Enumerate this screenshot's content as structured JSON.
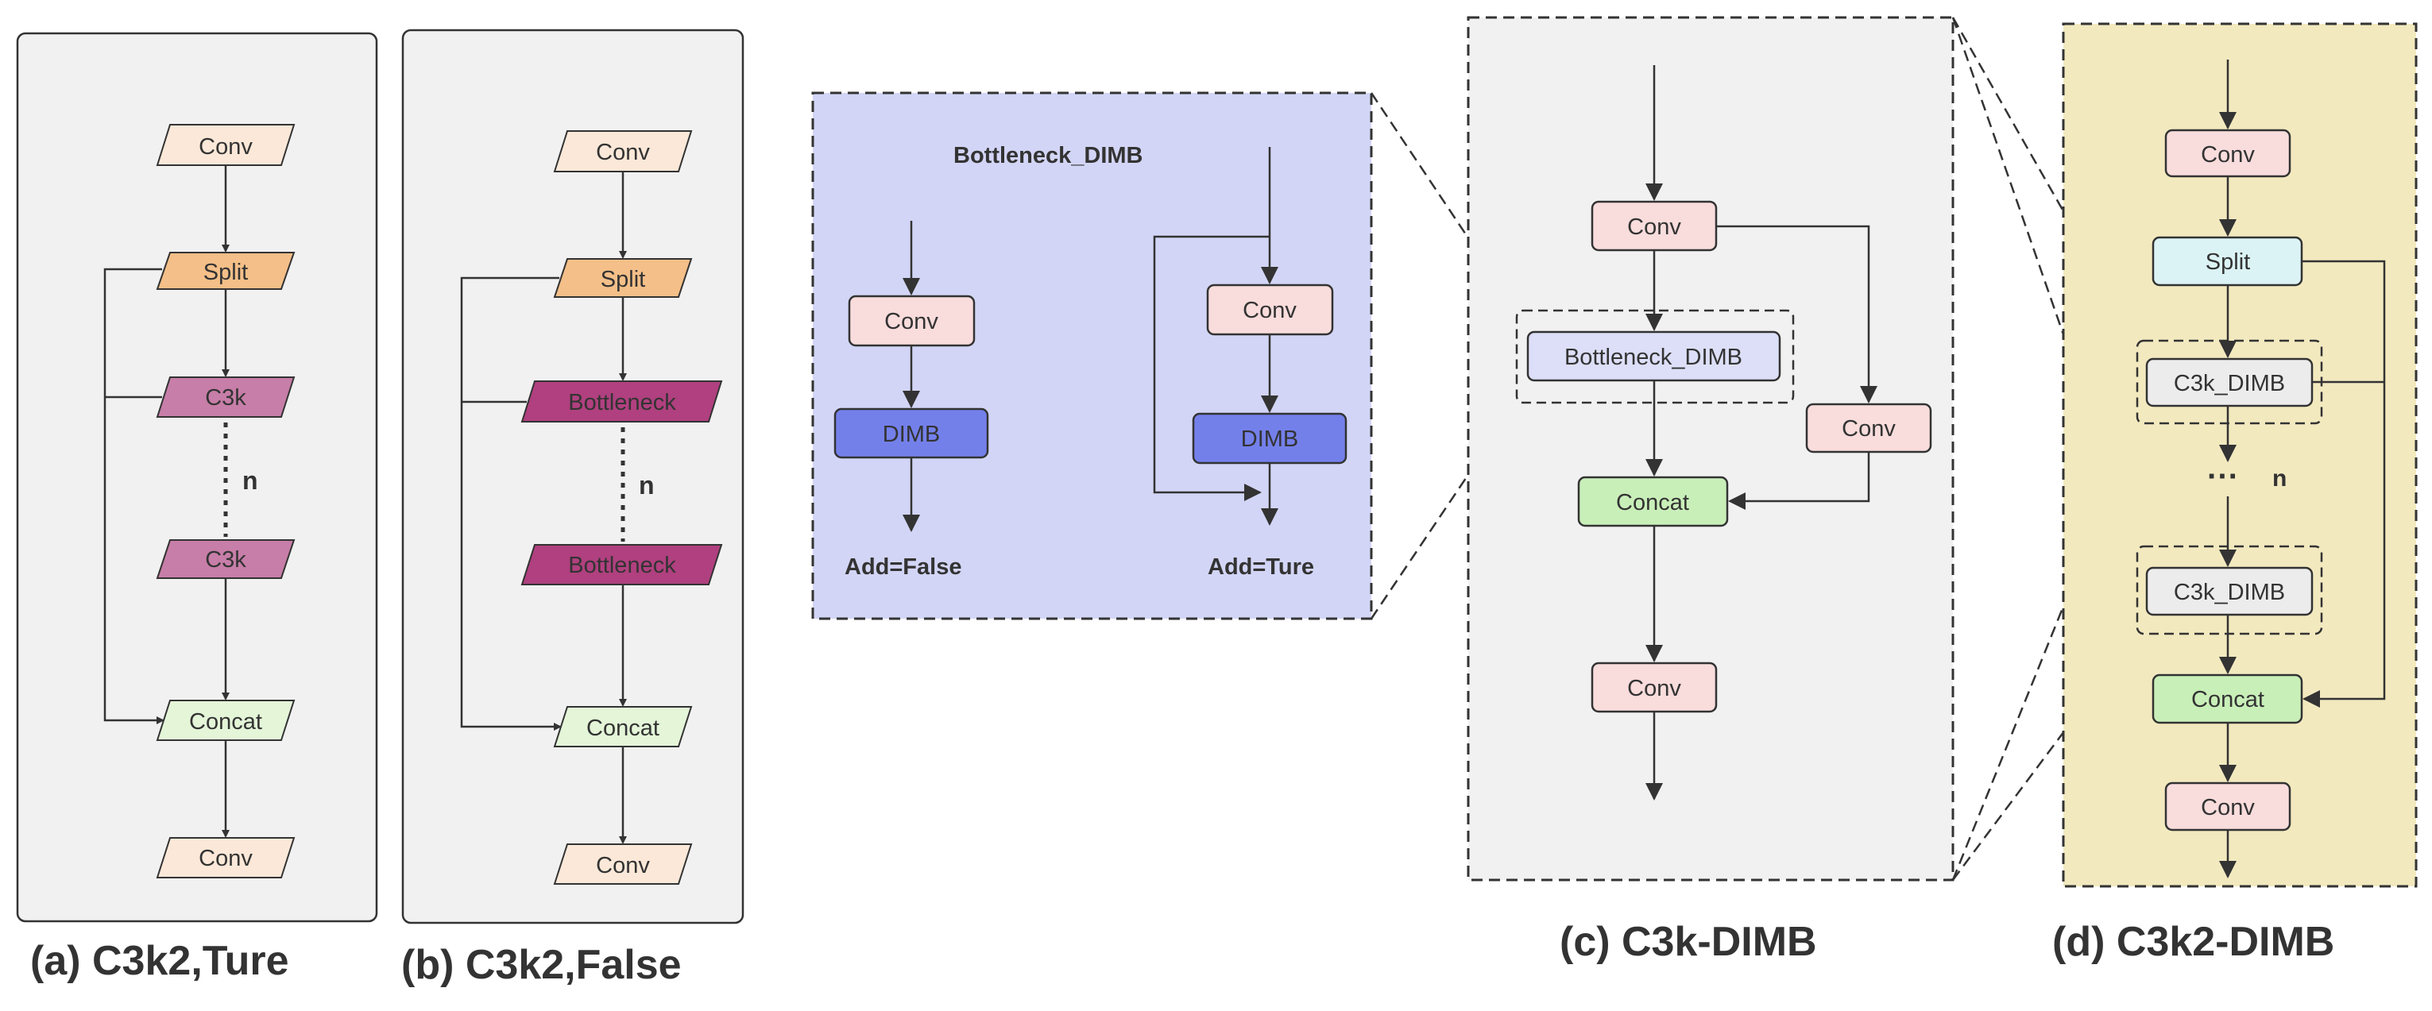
{
  "colors": {
    "panel_bg": "#f1f1f1",
    "panel_border": "#333333",
    "conv_light": "#fbe8d8",
    "split_orange": "#f4bf88",
    "c3k_pink": "#c77ea8",
    "bottleneck_magenta": "#b0407f",
    "concat_green": "#e4f5d8",
    "conv_pink": "#f9dcdc",
    "dimb_blue": "#7480ea",
    "bottleneck_dimb_fill": "#dcdff7",
    "bottleneck_dimb_panel": "#d3d5f6",
    "concat_green_strong": "#c9efb9",
    "split_cyan": "#dbf3f5",
    "c3k_dimb_gray": "#ececec",
    "c3k2_dimb_panel": "#f2e9bf"
  },
  "panel_a": {
    "conv_top": "Conv",
    "split": "Split",
    "c3k_1": "C3k",
    "repeat": "n",
    "c3k_2": "C3k",
    "concat": "Concat",
    "conv_bottom": "Conv",
    "caption": "(a)  C3k2,Ture"
  },
  "panel_b": {
    "conv_top": "Conv",
    "split": "Split",
    "bottleneck_1": "Bottleneck",
    "repeat": "n",
    "bottleneck_2": "Bottleneck",
    "concat": "Concat",
    "conv_bottom": "Conv",
    "caption": "(b)  C3k2,False"
  },
  "bottleneck_dimb": {
    "title": "Bottleneck_DIMB",
    "left_conv": "Conv",
    "left_dimb": "DIMB",
    "left_label": "Add=False",
    "right_conv": "Conv",
    "right_dimb": "DIMB",
    "right_label": "Add=Ture"
  },
  "panel_c": {
    "conv_top": "Conv",
    "bottleneck": "Bottleneck_DIMB",
    "conv_side": "Conv",
    "concat": "Concat",
    "conv_bottom": "Conv",
    "caption": "(c)  C3k-DIMB"
  },
  "panel_d": {
    "conv_top": "Conv",
    "split": "Split",
    "c3k_1": "C3k_DIMB",
    "dots": "···",
    "repeat": "n",
    "c3k_2": "C3k_DIMB",
    "concat": "Concat",
    "conv_bottom": "Conv",
    "caption": "(d)  C3k2-DIMB"
  }
}
